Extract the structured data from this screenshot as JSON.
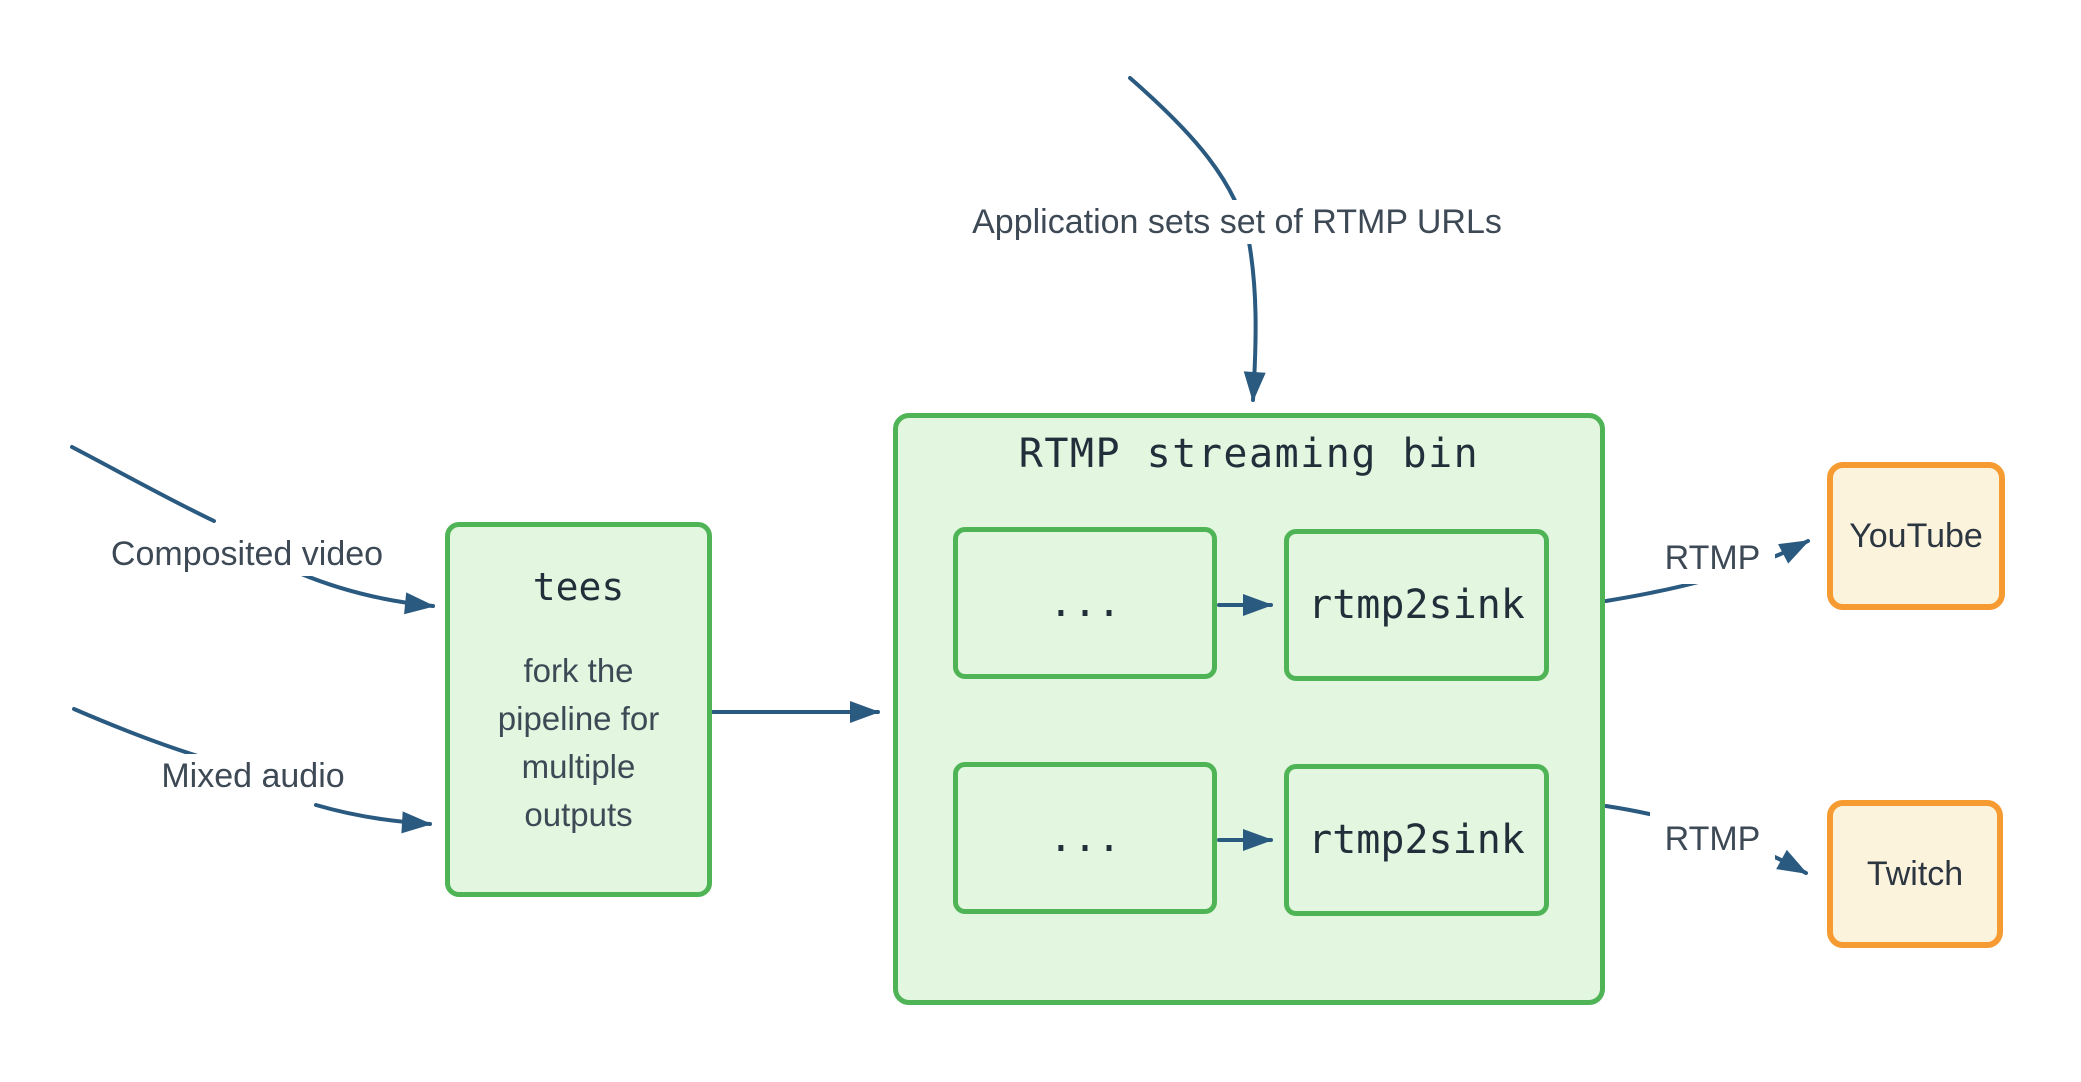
{
  "colors": {
    "edge_blue": "#2b5a80",
    "green_border": "#4eb456",
    "green_fill": "#e3f6df",
    "orange_border": "#f59b31",
    "orange_fill": "#fcf3dd",
    "annotation_text": "#3e4956",
    "mono_text": "#222e3a"
  },
  "labels": {
    "app_sets": "Application sets set of RTMP URLs",
    "composited_video": "Composited video",
    "mixed_audio": "Mixed audio",
    "rtmp_to_youtube": "RTMP",
    "rtmp_to_twitch": "RTMP"
  },
  "tees_node": {
    "title": "tees",
    "description": "fork the pipeline for multiple outputs"
  },
  "streaming_bin": {
    "title": "RTMP streaming bin",
    "chains": [
      {
        "upstream": "...",
        "sink": "rtmp2sink"
      },
      {
        "upstream": "...",
        "sink": "rtmp2sink"
      }
    ]
  },
  "destinations": {
    "youtube": "YouTube",
    "twitch": "Twitch"
  }
}
